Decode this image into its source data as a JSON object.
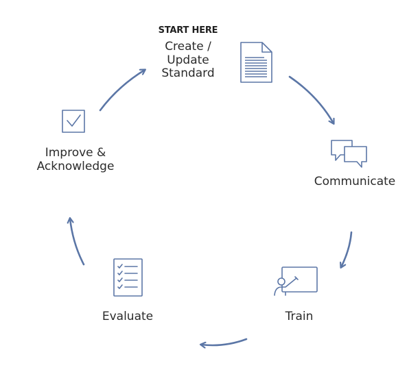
{
  "steps": {
    "create": {
      "tag": "START HERE",
      "lines": [
        "Create /",
        "Update",
        "Standard"
      ],
      "icon": "document-icon"
    },
    "communicate": {
      "label": "Communicate",
      "icon": "speech-bubbles-icon"
    },
    "train": {
      "label": "Train",
      "icon": "presentation-board-icon"
    },
    "evaluate": {
      "label": "Evaluate",
      "icon": "checklist-icon"
    },
    "improve": {
      "lines": [
        "Improve &",
        "Acknowledge"
      ],
      "icon": "checkbox-icon"
    }
  },
  "colors": {
    "accent": "#5b76a6",
    "text": "#2b2b2b"
  }
}
